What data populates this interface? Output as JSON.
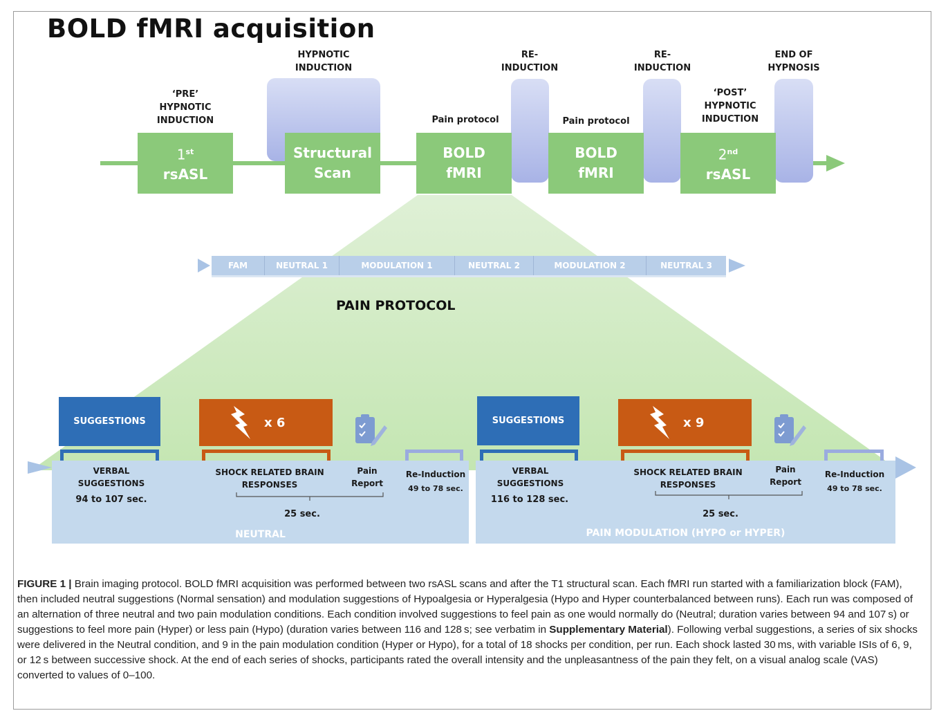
{
  "title": "BOLD fMRI acquisition",
  "top_labels": {
    "pre": [
      "‘PRE’",
      "HYPNOTIC",
      "INDUCTION"
    ],
    "hypnotic_induction": [
      "HYPNOTIC",
      "INDUCTION"
    ],
    "re1": [
      "RE-",
      "INDUCTION"
    ],
    "re2": [
      "RE-",
      "INDUCTION"
    ],
    "post": [
      "‘POST’",
      "HYPNOTIC",
      "INDUCTION"
    ],
    "end": [
      "END OF",
      "HYPNOSIS"
    ],
    "pain_protocol_1": "Pain protocol",
    "pain_protocol_2": "Pain protocol"
  },
  "boxes": {
    "rsasl1_num": "1",
    "rsasl1_sup": "st",
    "rsasl1_name": "rsASL",
    "structural_1": "Structural",
    "structural_2": "Scan",
    "bold1_1": "BOLD",
    "bold1_2": "fMRI",
    "bold2_1": "BOLD",
    "bold2_2": "fMRI",
    "rsasl2_num": "2",
    "rsasl2_sup": "nd",
    "rsasl2_name": "rsASL"
  },
  "timeline": [
    "FAM",
    "NEUTRAL 1",
    "MODULATION 1",
    "NEUTRAL 2",
    "MODULATION 2",
    "NEUTRAL 3"
  ],
  "pain_protocol_title": "PAIN PROTOCOL",
  "neutral": {
    "suggestions": "SUGGESTIONS",
    "shock_count": "x 6",
    "verbal": [
      "VERBAL",
      "SUGGESTIONS"
    ],
    "verbal_duration": "94 to 107 sec.",
    "shock_label": [
      "SHOCK RELATED BRAIN",
      "RESPONSES"
    ],
    "pain_report": [
      "Pain",
      "Report"
    ],
    "shock_duration": "25 sec.",
    "reinduction": "Re-Induction",
    "reinduction_duration": "49 to 78 sec.",
    "band": "NEUTRAL"
  },
  "modulation": {
    "suggestions": "SUGGESTIONS",
    "shock_count": "x 9",
    "verbal": [
      "VERBAL",
      "SUGGESTIONS"
    ],
    "verbal_duration": "116 to 128 sec.",
    "shock_label": [
      "SHOCK RELATED BRAIN",
      "RESPONSES"
    ],
    "pain_report": [
      "Pain",
      "Report"
    ],
    "shock_duration": "25 sec.",
    "reinduction": "Re-Induction",
    "reinduction_duration": "49 to 78 sec.",
    "band": "PAIN MODULATION (HYPO or HYPER)"
  },
  "caption": {
    "figure": "FIGURE 1 |",
    "text_a": " Brain imaging protocol. BOLD fMRI acquisition was performed between two rsASL scans and after the T1 structural scan. Each fMRI run started with a familiarization block (FAM), then included neutral suggestions (Normal sensation) and modulation suggestions of Hypoalgesia or Hyperalgesia (Hypo and Hyper counterbalanced between runs). Each run was composed of an alternation of three neutral and two pain modulation conditions. Each condition involved suggestions to feel pain as one would normally do (Neutral; duration varies between 94 and 107 s) or suggestions to feel more pain (Hyper) or less pain (Hypo) (duration varies between 116 and 128 s; see verbatim in ",
    "supp": "Supplementary Material",
    "text_b": "). Following verbal suggestions, a series of six shocks were delivered in the Neutral condition, and 9 in the pain modulation condition (Hyper or Hypo), for a total of 18 shocks per condition, per run. Each shock lasted 30 ms, with variable ISIs of 6, 9, or 12 s between successive shock. At the end of each series of shocks, participants rated the overall intensity and the unpleasantness of the pain they felt, on a visual analog scale (VAS) converted to values of 0–100."
  }
}
